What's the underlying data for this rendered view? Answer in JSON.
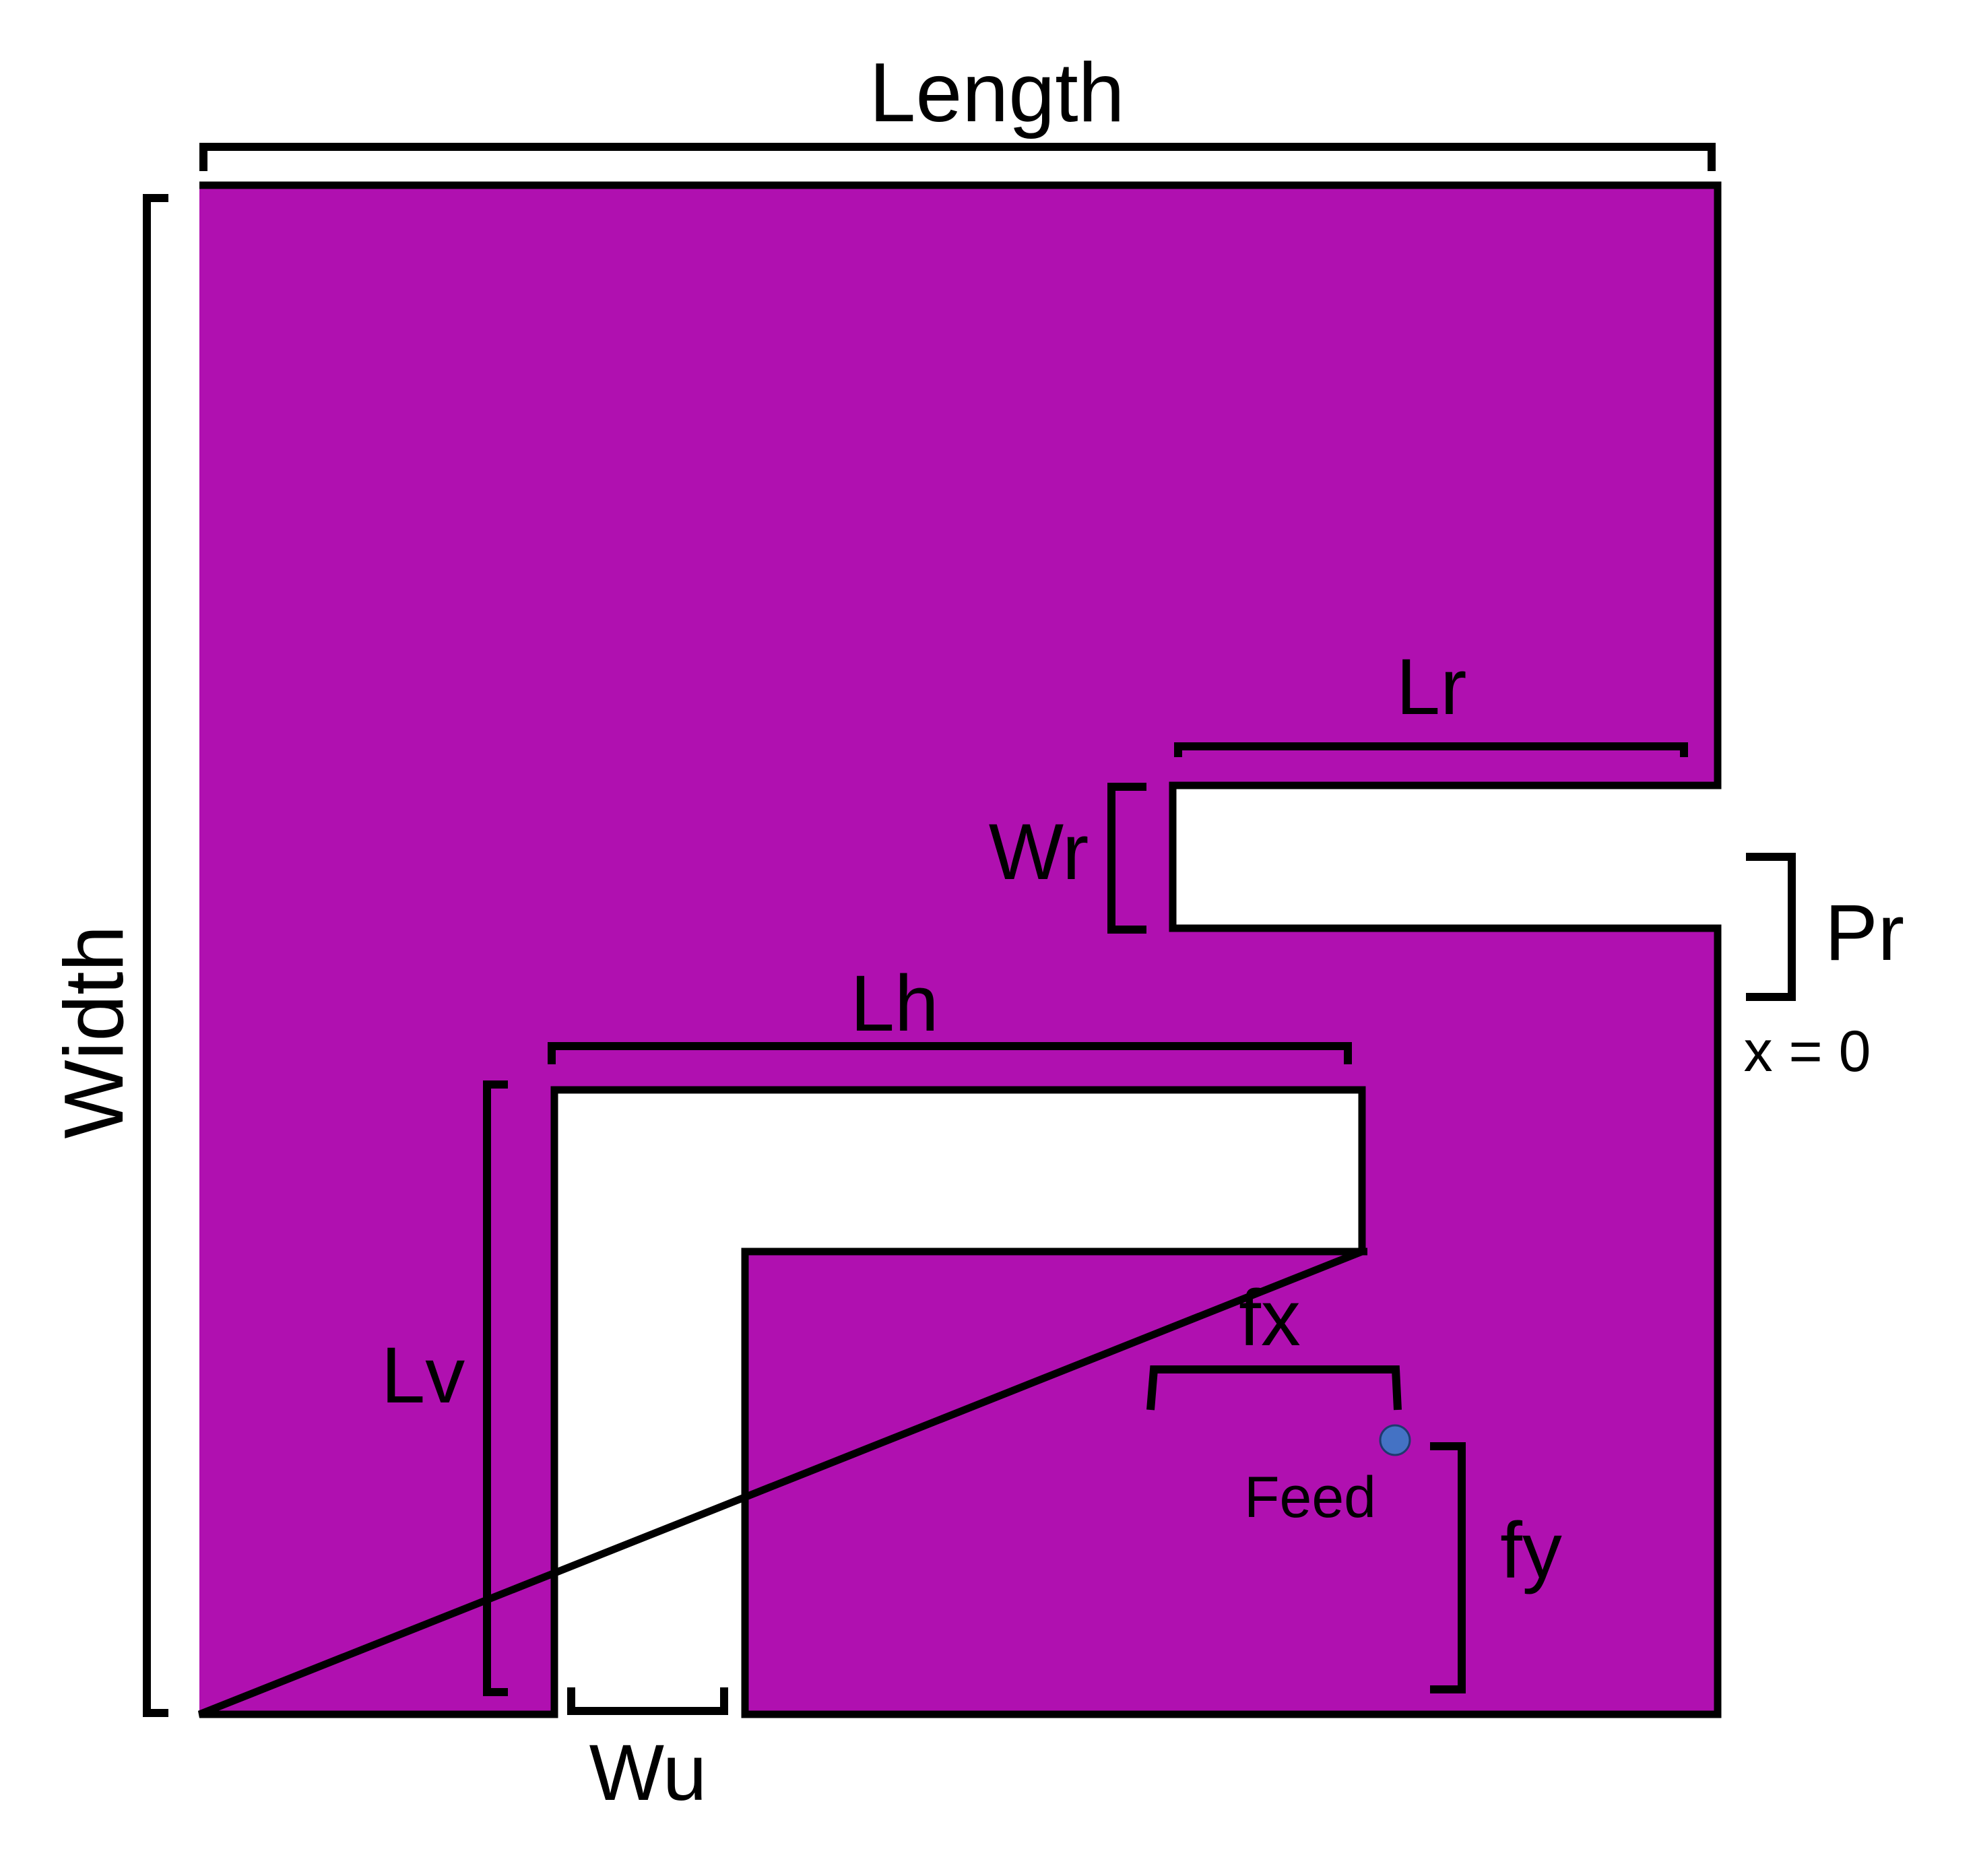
{
  "colors": {
    "patch": "#B010B0",
    "slot": "#FFFFFF",
    "outline": "#000000",
    "feed_point": "#4472C4",
    "feed_point_stroke": "#1F3A6E"
  },
  "labels": {
    "length": "Length",
    "width": "Width",
    "lr": "Lr",
    "wr": "Wr",
    "pr": "Pr",
    "x0": "x = 0",
    "lh": "Lh",
    "lv": "Lv",
    "wu": "Wu",
    "fx": "fx",
    "fy": "fy",
    "feed": "Feed"
  }
}
